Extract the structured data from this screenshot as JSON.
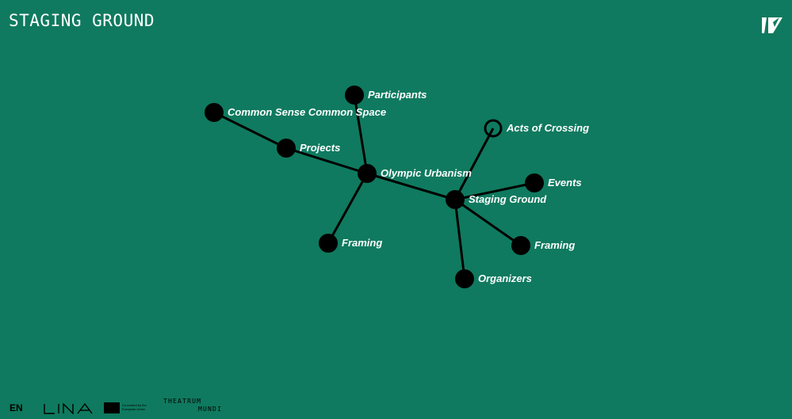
{
  "header": {
    "title": "STAGING GROUND",
    "logo_icon": "brand-slash-logo-icon"
  },
  "graph": {
    "node_color": "#000000",
    "edge_color": "#000000",
    "nodes": [
      {
        "id": "common-sense-common-space",
        "label": "Common Sense Common Space",
        "style": "filled"
      },
      {
        "id": "participants",
        "label": "Participants",
        "style": "filled"
      },
      {
        "id": "projects",
        "label": "Projects",
        "style": "filled"
      },
      {
        "id": "olympic-urbanism",
        "label": "Olympic Urbanism",
        "style": "filled"
      },
      {
        "id": "framing-1",
        "label": "Framing",
        "style": "filled"
      },
      {
        "id": "acts-of-crossing",
        "label": "Acts of Crossing",
        "style": "hollow"
      },
      {
        "id": "events",
        "label": "Events",
        "style": "filled"
      },
      {
        "id": "staging-ground",
        "label": "Staging Ground",
        "style": "filled"
      },
      {
        "id": "framing-2",
        "label": "Framing",
        "style": "filled"
      },
      {
        "id": "organizers",
        "label": "Organizers",
        "style": "filled"
      }
    ],
    "edges": [
      [
        "common-sense-common-space",
        "projects"
      ],
      [
        "projects",
        "olympic-urbanism"
      ],
      [
        "participants",
        "olympic-urbanism"
      ],
      [
        "olympic-urbanism",
        "framing-1"
      ],
      [
        "olympic-urbanism",
        "staging-ground"
      ],
      [
        "staging-ground",
        "acts-of-crossing"
      ],
      [
        "staging-ground",
        "events"
      ],
      [
        "staging-ground",
        "framing-2"
      ],
      [
        "staging-ground",
        "organizers"
      ]
    ]
  },
  "footer": {
    "language": "EN",
    "lina_logo": "LINA",
    "eu_logo_text": "Co-funded by the European Union",
    "theatrum_line1": "THEATRUM",
    "theatrum_line2": "MUNDI"
  }
}
